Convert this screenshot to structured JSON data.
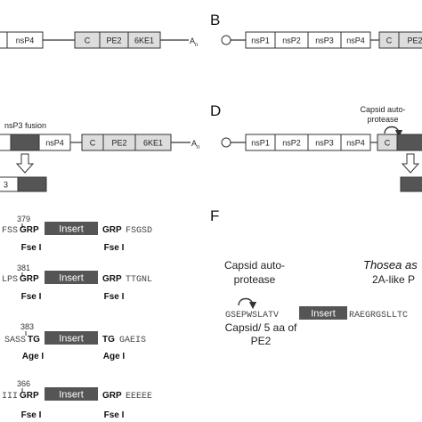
{
  "panels": {
    "b": "B",
    "d": "D",
    "f": "F"
  },
  "panel_a": {
    "boxes": [
      "nsP4",
      "C",
      "PE2",
      "6KE1"
    ],
    "polyA": "A",
    "polyA_sub": "n"
  },
  "panel_b": {
    "boxes": [
      "nsP1",
      "nsP2",
      "nsP3",
      "nsP4",
      "C",
      "PE2"
    ]
  },
  "panel_c": {
    "fusion_label": "nsP3 fusion",
    "boxes": [
      "nsP4",
      "C",
      "PE2",
      "6KE1"
    ],
    "polyA": "A",
    "polyA_sub": "n",
    "partial_box": "3"
  },
  "panel_d": {
    "boxes": [
      "nsP1",
      "nsP2",
      "nsP3",
      "nsP4",
      "C"
    ],
    "capsid_label_1": "Capsid auto-",
    "capsid_label_2": "protease"
  },
  "panel_e": {
    "insert_label": "Insert",
    "rows": [
      {
        "position": "379",
        "left_seq": "FSS",
        "left_bold": "GRP",
        "right_bold": "GRP",
        "right_seq": "FSGSD",
        "site": "Fse I"
      },
      {
        "position": "381",
        "left_seq": "LPS",
        "left_bold": "GRP",
        "right_bold": "GRP",
        "right_seq": "TTGNL",
        "site": "Fse I"
      },
      {
        "position": "383",
        "left_seq": "SASS",
        "left_bold": "TG",
        "right_bold": "TG",
        "right_seq": "GAEIS",
        "site": "Age I"
      },
      {
        "position": "366",
        "left_seq": "III",
        "left_bold": "GRP",
        "right_bold": "GRP",
        "right_seq": "EEEEE",
        "site": "Fse I"
      }
    ]
  },
  "panel_f": {
    "capsid_title_1": "Capsid auto-",
    "capsid_title_2": "protease",
    "thosea_title": "Thosea as",
    "thosea_sub": "2A-like P",
    "left_seq": "GSEPWSLATV",
    "insert_label": "Insert",
    "right_seq": "RAEGRGSLLTC",
    "note_1": "Capsid/ 5 aa of",
    "note_2": "PE2"
  }
}
